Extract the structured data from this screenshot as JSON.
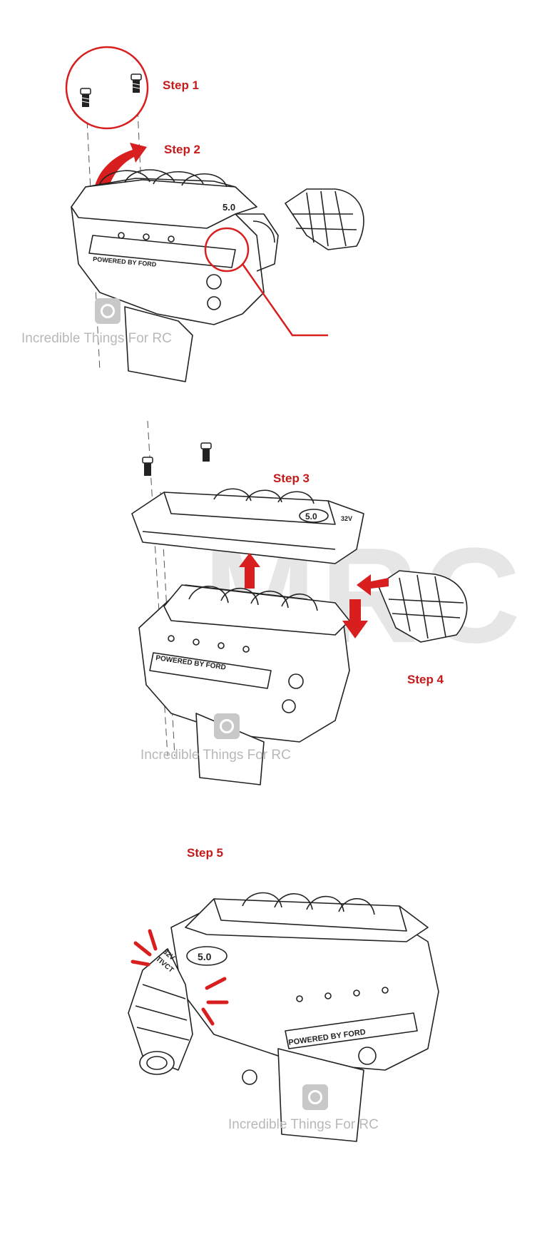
{
  "steps": {
    "step1": "Step 1",
    "step2": "Step 2",
    "step3": "Step 3",
    "step4": "Step 4",
    "step5": "Step 5"
  },
  "watermark": {
    "text": "Incredible Things For RC",
    "big_text": "MRC"
  },
  "engine_badges": {
    "powered_by": "POWERED BY FORD",
    "displacement": "5.0",
    "tag_line1": "32V",
    "tag_line2": "TIVCT"
  },
  "colors": {
    "accent_red": "#d81e1e",
    "line": "#222222",
    "watermark": "#b8b8b8"
  }
}
